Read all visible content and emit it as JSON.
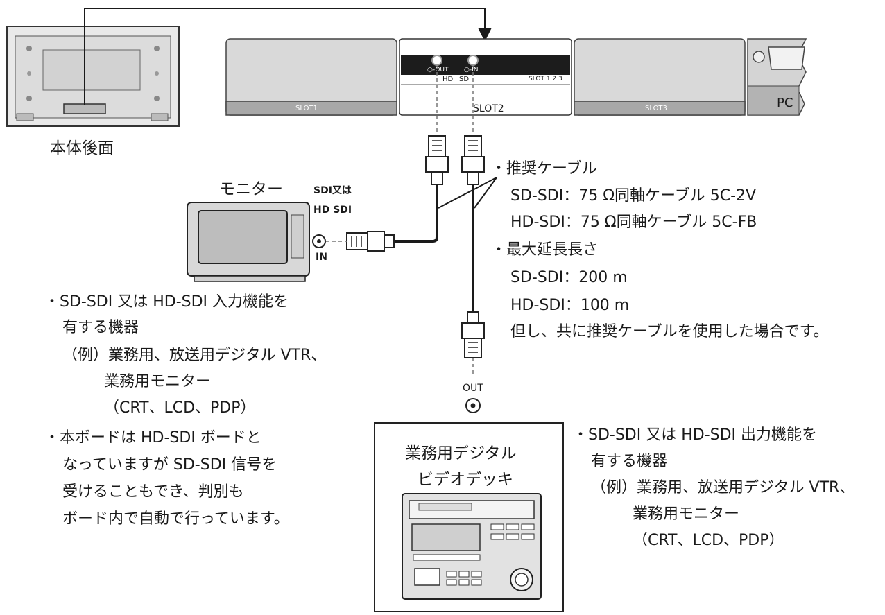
{
  "labels": {
    "rear_panel": "本体後面",
    "monitor_title": "モニター",
    "sdi_or_line1": "SDI又は",
    "sdi_or_line2": "HD SDI",
    "in_label": "IN",
    "out_label": "OUT",
    "deck_line1": "業務用デジタル",
    "deck_line2": "ビデオデッキ"
  },
  "slots": {
    "slot1": "SLOT1",
    "slot2": "SLOT2",
    "slot3": "SLOT3",
    "pc": "PC",
    "board_out": "○-OUT",
    "board_in": "○-IN",
    "board_hd": "HD",
    "board_sdi": "SDI",
    "board_slot_id": "SLOT 1 2 3"
  },
  "notes": {
    "cable_title": "・推奨ケーブル",
    "cable_sd": "SD-SDI：75 Ω同軸ケーブル 5C-2V",
    "cable_hd": "HD-SDI：75 Ω同軸ケーブル 5C-FB",
    "length_title": "・最大延長長さ",
    "length_sd": "SD-SDI：200 m",
    "length_hd": "HD-SDI：100 m",
    "length_note": "但し、共に推奨ケーブルを使用した場合です。",
    "input_line1": "・SD-SDI 又は HD-SDI 入力機能を",
    "input_line2": "有する機器",
    "input_ex1": "（例）業務用、放送用デジタル VTR、",
    "input_ex2": "業務用モニター",
    "input_ex3": "（CRT、LCD、PDP）",
    "board_line1": "・本ボードは HD-SDI ボードと",
    "board_line2": "なっていますが SD-SDI 信号を",
    "board_line3": "受けることもでき、判別も",
    "board_line4": "ボード内で自動で行っています。",
    "output_line1": "・SD-SDI 又は HD-SDI 出力機能を",
    "output_line2": "有する機器",
    "output_ex1": "（例）業務用、放送用デジタル VTR、",
    "output_ex2": "業務用モニター",
    "output_ex3": "（CRT、LCD、PDP）"
  }
}
